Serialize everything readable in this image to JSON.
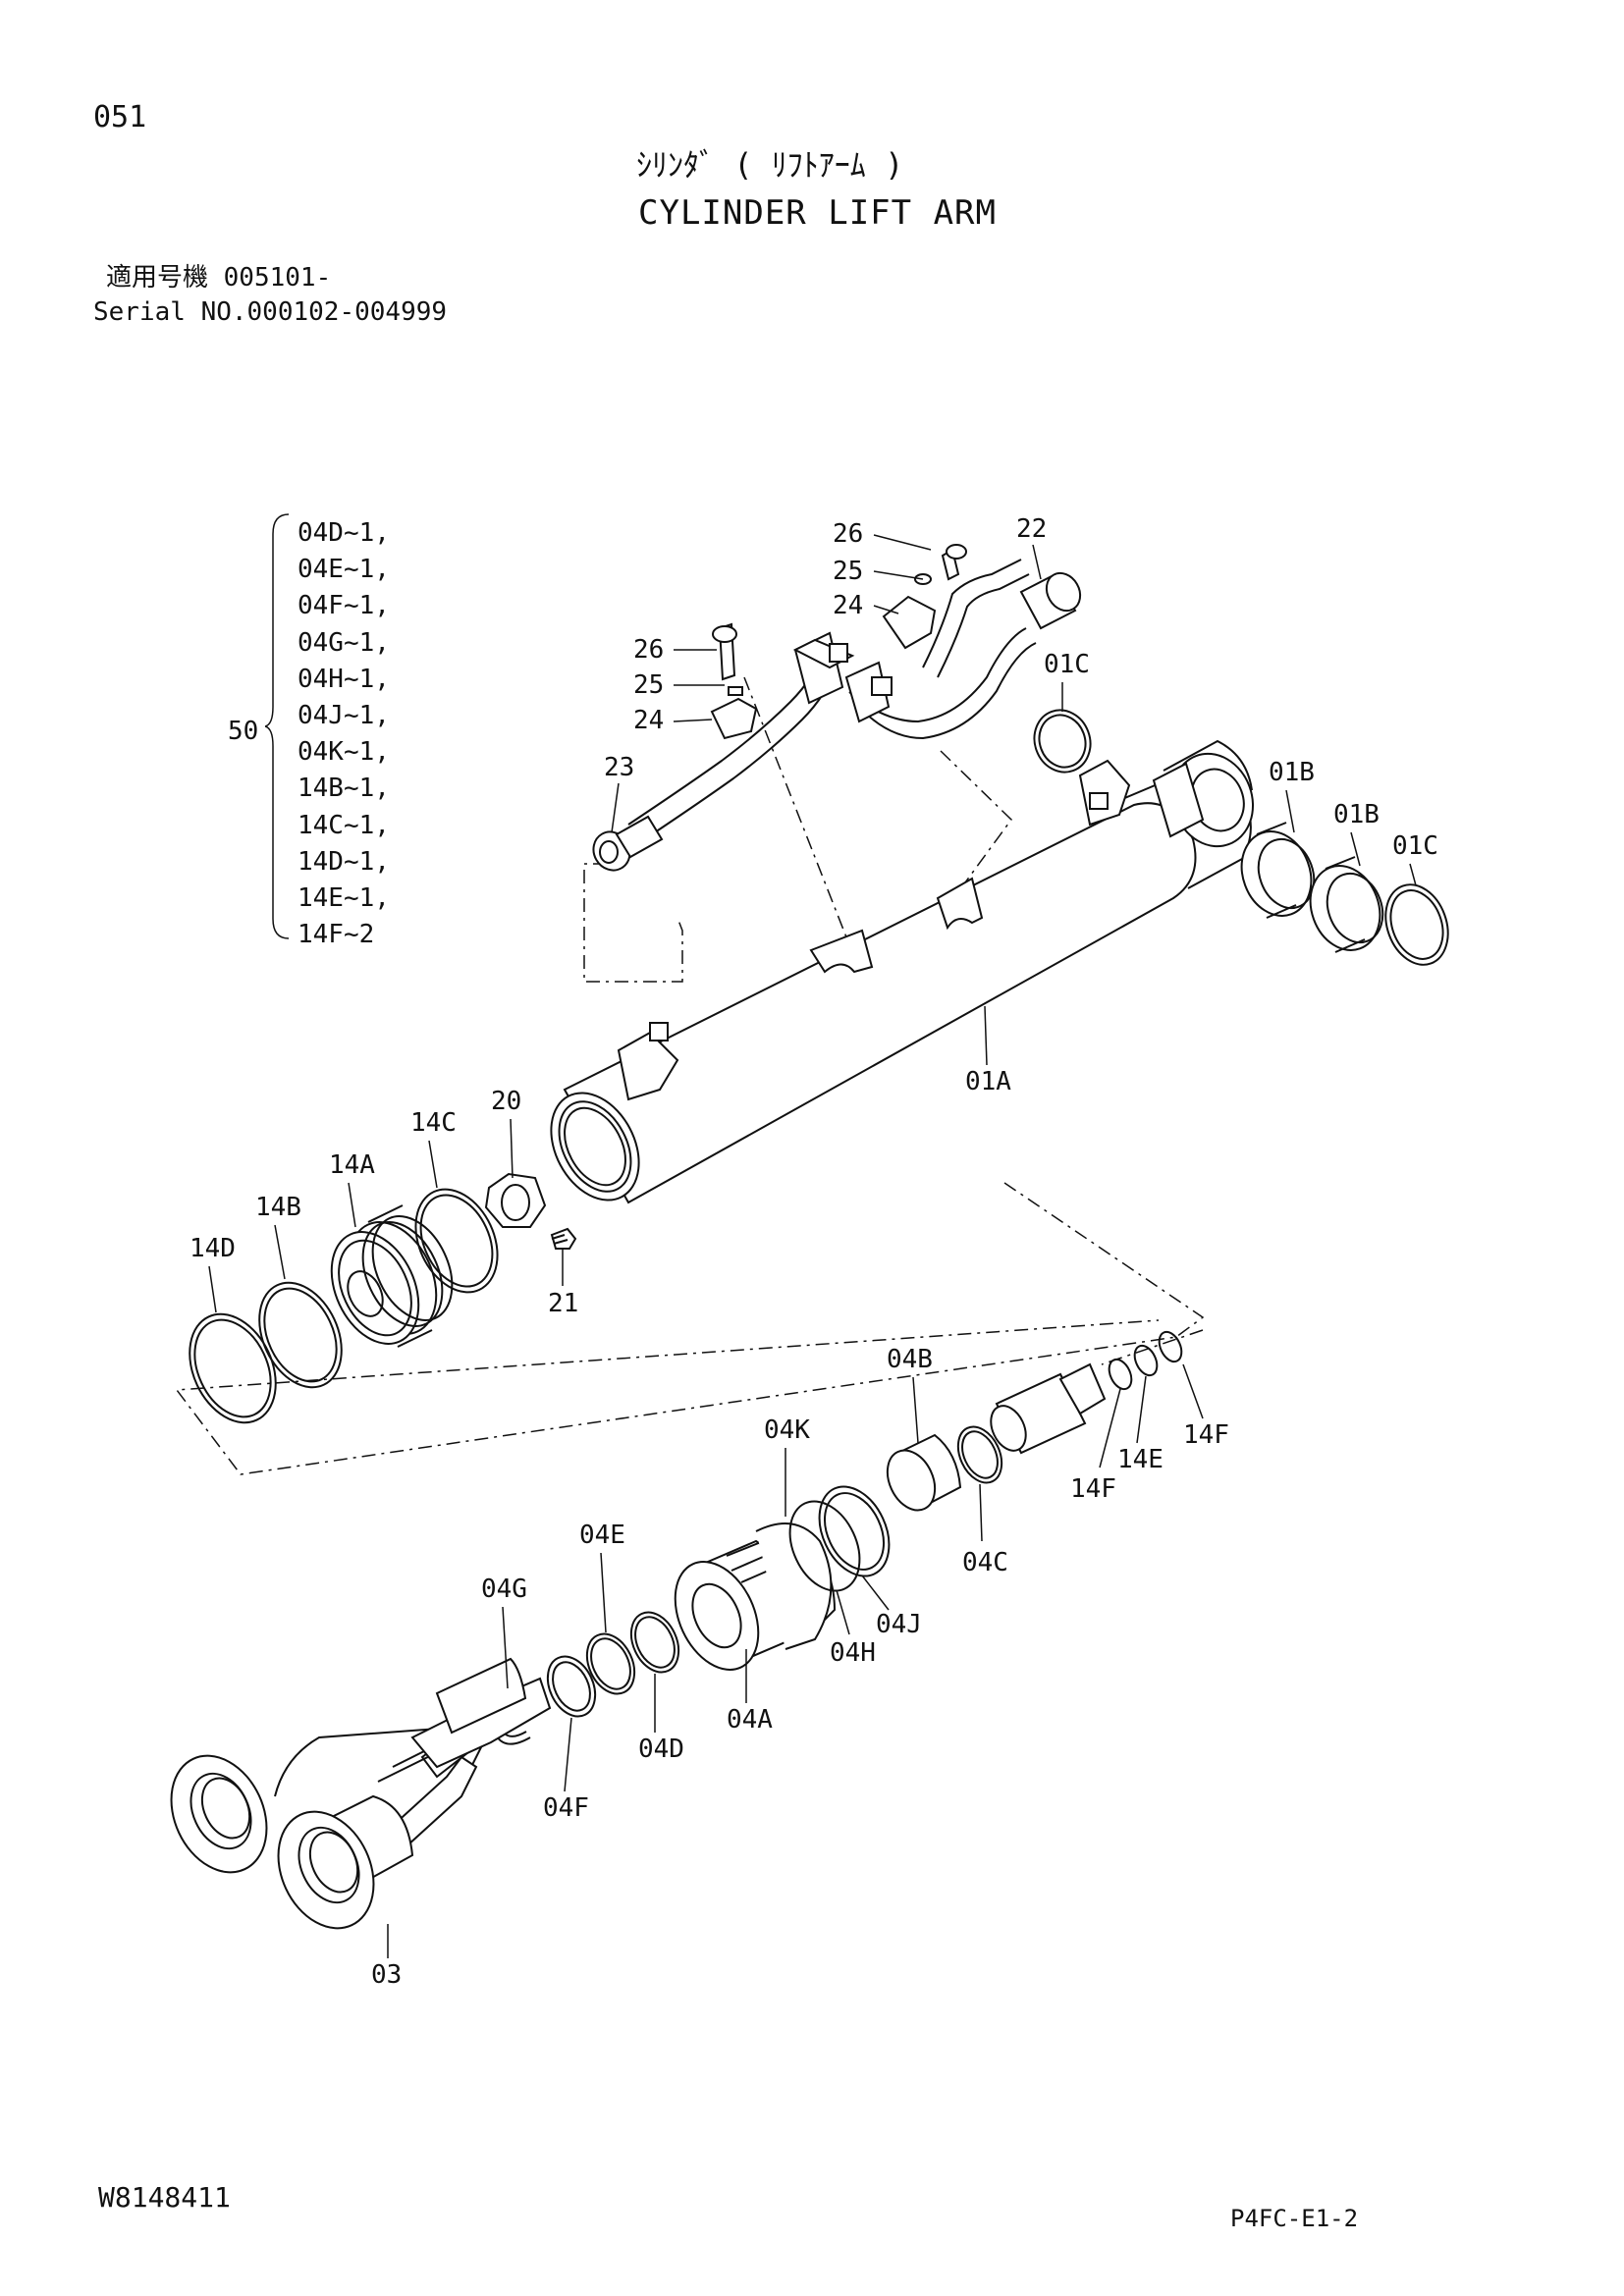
{
  "page": {
    "number": "051",
    "title_jp": "ｼﾘﾝﾀﾞ ( ﾘﾌﾄｱｰﾑ )",
    "title_en": "CYLINDER LIFT ARM",
    "serial_jp": "適用号機 005101-",
    "serial_en": "Serial NO.000102-004999",
    "drawing_no": "W8148411",
    "sheet_ref": "P4FC-E1-2"
  },
  "kit": {
    "number": "50",
    "items": [
      "04D~1,",
      "04E~1,",
      "04F~1,",
      "04G~1,",
      "04H~1,",
      "04J~1,",
      "04K~1,",
      "14B~1,",
      "14C~1,",
      "14D~1,",
      "14E~1,",
      "14F~2"
    ]
  },
  "callouts": [
    {
      "id": "26a",
      "label": "26"
    },
    {
      "id": "25a",
      "label": "25"
    },
    {
      "id": "24a",
      "label": "24"
    },
    {
      "id": "22",
      "label": "22"
    },
    {
      "id": "26b",
      "label": "26"
    },
    {
      "id": "25b",
      "label": "25"
    },
    {
      "id": "24b",
      "label": "24"
    },
    {
      "id": "23",
      "label": "23"
    },
    {
      "id": "01Ca",
      "label": "01C"
    },
    {
      "id": "01Ba",
      "label": "01B"
    },
    {
      "id": "01Bb",
      "label": "01B"
    },
    {
      "id": "01Cb",
      "label": "01C"
    },
    {
      "id": "01A",
      "label": "01A"
    },
    {
      "id": "20",
      "label": "20"
    },
    {
      "id": "14C",
      "label": "14C"
    },
    {
      "id": "14A",
      "label": "14A"
    },
    {
      "id": "14B",
      "label": "14B"
    },
    {
      "id": "14D",
      "label": "14D"
    },
    {
      "id": "21",
      "label": "21"
    },
    {
      "id": "04B",
      "label": "04B"
    },
    {
      "id": "04K",
      "label": "04K"
    },
    {
      "id": "14Fa",
      "label": "14F"
    },
    {
      "id": "14E",
      "label": "14E"
    },
    {
      "id": "14Fb",
      "label": "14F"
    },
    {
      "id": "04C",
      "label": "04C"
    },
    {
      "id": "04J",
      "label": "04J"
    },
    {
      "id": "04H",
      "label": "04H"
    },
    {
      "id": "04E",
      "label": "04E"
    },
    {
      "id": "04G",
      "label": "04G"
    },
    {
      "id": "04A",
      "label": "04A"
    },
    {
      "id": "04D",
      "label": "04D"
    },
    {
      "id": "04F",
      "label": "04F"
    },
    {
      "id": "03",
      "label": "03"
    }
  ]
}
